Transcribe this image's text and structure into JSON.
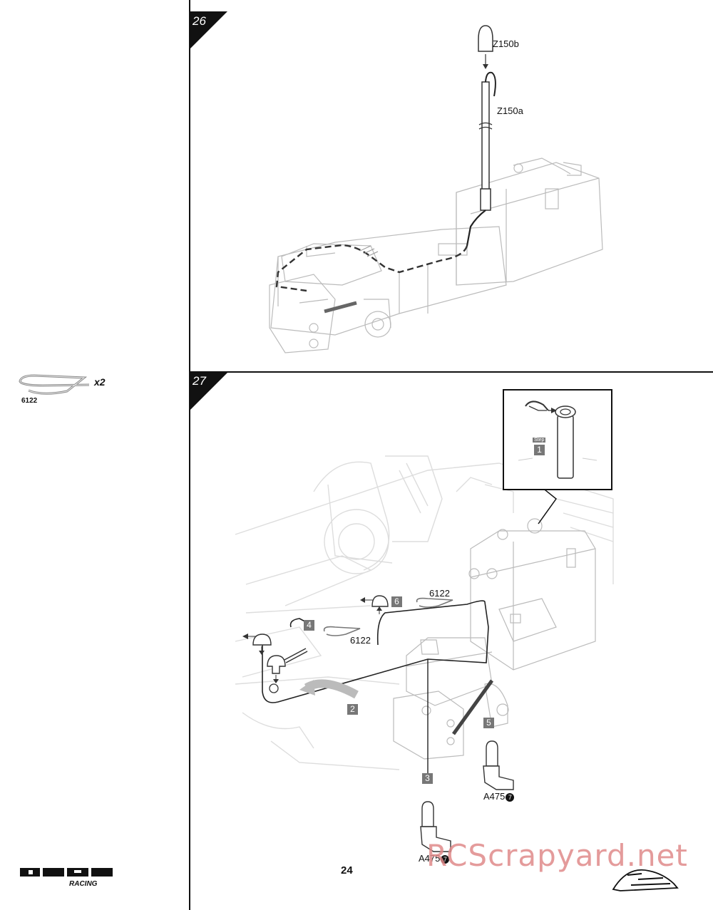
{
  "steps": [
    {
      "number": "26",
      "labels": {
        "antenna_cap": "Z150b",
        "antenna_tube": "Z150a"
      }
    },
    {
      "number": "27",
      "labels": {
        "clip_a": "6122",
        "clip_b": "6122",
        "rod_end_a": "A475",
        "rod_end_b": "A475",
        "rod_end_ref": "7"
      },
      "sub_steps": [
        "1",
        "2",
        "3",
        "4",
        "5",
        "6"
      ],
      "inset_step_label": "Step"
    }
  ],
  "parts_sidebar": {
    "part_number": "6122",
    "quantity": "x2"
  },
  "footer": {
    "page_number": "24",
    "brand": "HPI",
    "brand_sub": "RACING"
  },
  "watermark": "RCScrapyard.net"
}
